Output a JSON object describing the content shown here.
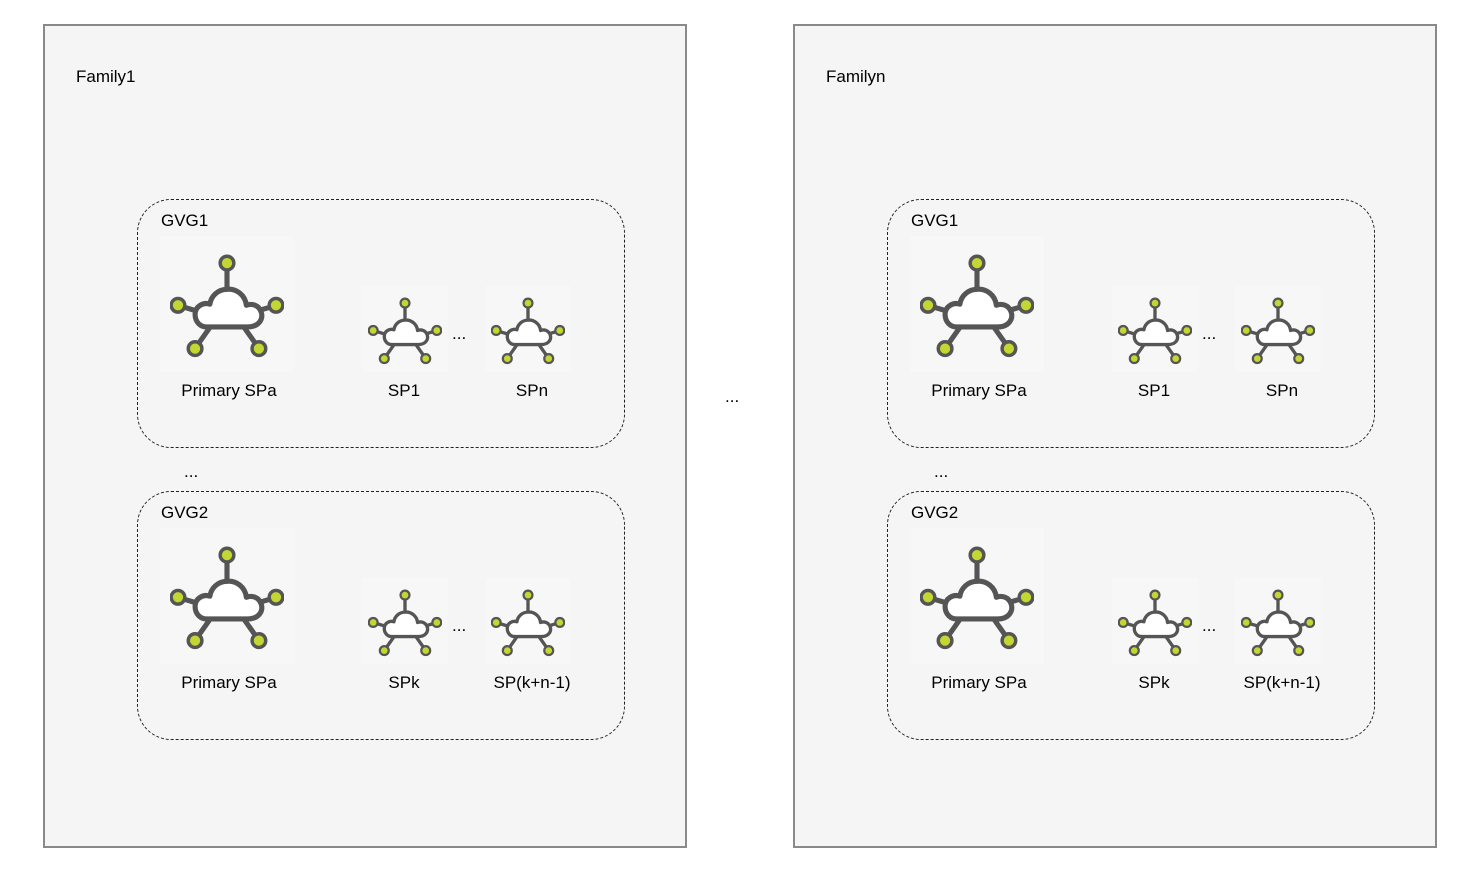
{
  "between_families_ellipsis": "...",
  "families": [
    {
      "title": "Family1",
      "between_gvgs_ellipsis": "...",
      "gvgs": [
        {
          "label": "GVG1",
          "primary_label": "Primary SPa",
          "sp_first": "SP1",
          "sp_last": "SPn",
          "ellipsis": "..."
        },
        {
          "label": "GVG2",
          "primary_label": "Primary SPa",
          "sp_first": "SPk",
          "sp_last": "SP(k+n-1)",
          "ellipsis": "..."
        }
      ]
    },
    {
      "title": "Familyn",
      "between_gvgs_ellipsis": "...",
      "gvgs": [
        {
          "label": "GVG1",
          "primary_label": "Primary SPa",
          "sp_first": "SP1",
          "sp_last": "SPn",
          "ellipsis": "..."
        },
        {
          "label": "GVG2",
          "primary_label": "Primary SPa",
          "sp_first": "SPk",
          "sp_last": "SP(k+n-1)",
          "ellipsis": "..."
        }
      ]
    }
  ],
  "icons": {
    "node_icon": "cloud-network-icon"
  },
  "colors": {
    "node_fill": "#c3d631",
    "node_stroke": "#555555",
    "family_bg": "#f5f5f5",
    "family_border": "#8a8a8a"
  }
}
